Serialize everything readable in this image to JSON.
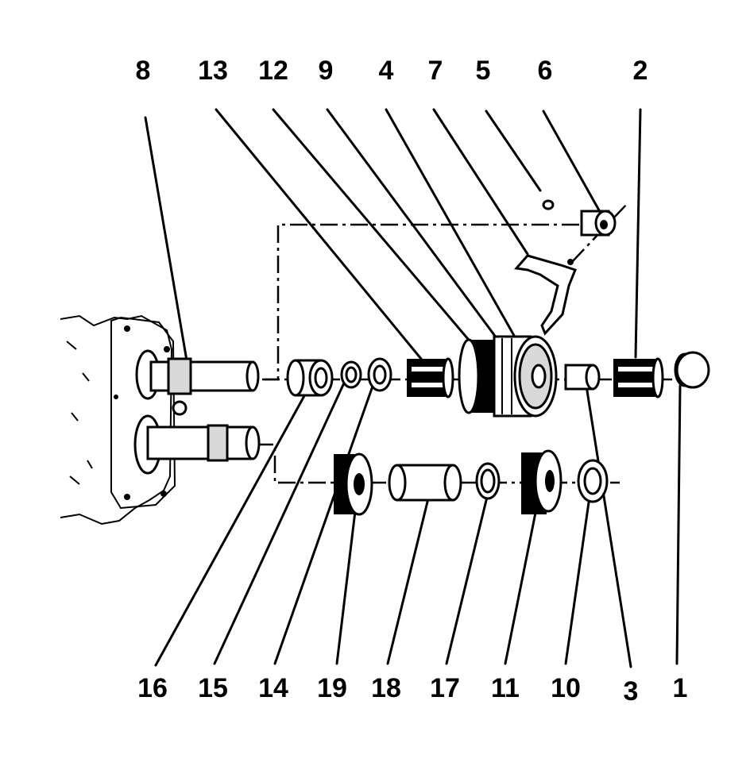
{
  "labels_top": [
    "8",
    "13",
    "12",
    "9",
    "4",
    "7",
    "5",
    "6",
    "2"
  ],
  "labels_bottom": [
    "16",
    "15",
    "14",
    "19",
    "18",
    "17",
    "11",
    "10",
    "3",
    "1"
  ]
}
